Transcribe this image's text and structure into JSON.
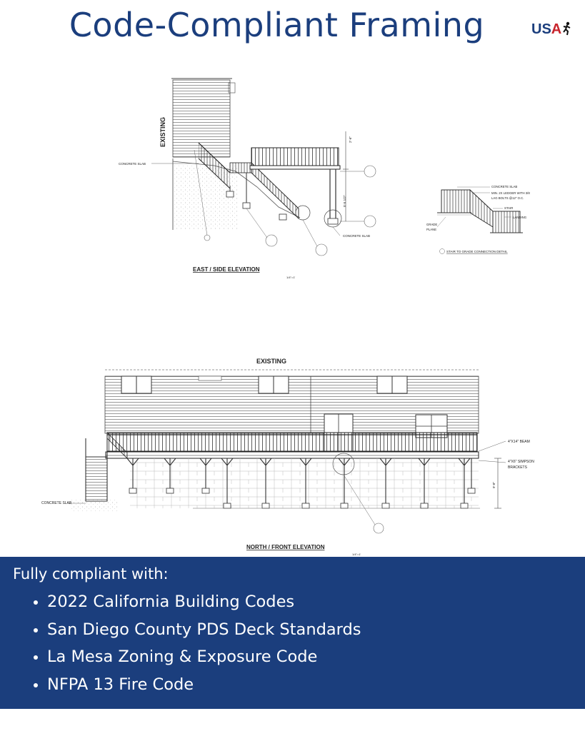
{
  "header": {
    "title": "Code-Compliant Framing",
    "logo": {
      "u": "U",
      "s": "S",
      "a": "A",
      "icon": "cyclist-icon",
      "colors": {
        "blue": "#1b3e7d",
        "red": "#c8242c"
      }
    }
  },
  "drawing_top": {
    "existing": "EXISTING",
    "concrete_slab_left": "CONCRETE SLAB",
    "concrete_slab_right": "CONCRETE SLAB",
    "dimension_upper": "2'-6\"",
    "dimension_lower": "5'-5 1/2\"",
    "caption": "EAST / SIDE ELEVATION",
    "scale": "1/4\"=1'"
  },
  "drawing_detail": {
    "concrete_slab": "CONCRETE SLAB",
    "ledger_note_1": "MIN. 2X LEDGER WITH 3/8",
    "ledger_note_2": "LAG BOLTS @12\" O.C.",
    "stair": "STAIR",
    "landing": "LANDING",
    "grade": "GRADE",
    "plane": "PLANE",
    "caption": "STAIR TO GRADE CONNECTION DETAIL"
  },
  "drawing_bottom": {
    "existing": "EXISTING",
    "beam": "4\"X14\" BEAM",
    "bracket_1": "4\"X6\" SIMPSON",
    "bracket_2": "BRACKETS",
    "concrete_slab": "CONCRETE SLAB",
    "dimension": "9'-8\"",
    "caption": "NORTH / FRONT ELEVATION",
    "scale": "1/4\"=1'"
  },
  "compliance": {
    "heading": "Fully compliant with:",
    "items": [
      "2022 California Building Codes",
      "San Diego County PDS Deck Standards",
      "La Mesa Zoning & Exposure Code",
      "NFPA 13 Fire Code"
    ],
    "background": "#1b3e7d"
  }
}
